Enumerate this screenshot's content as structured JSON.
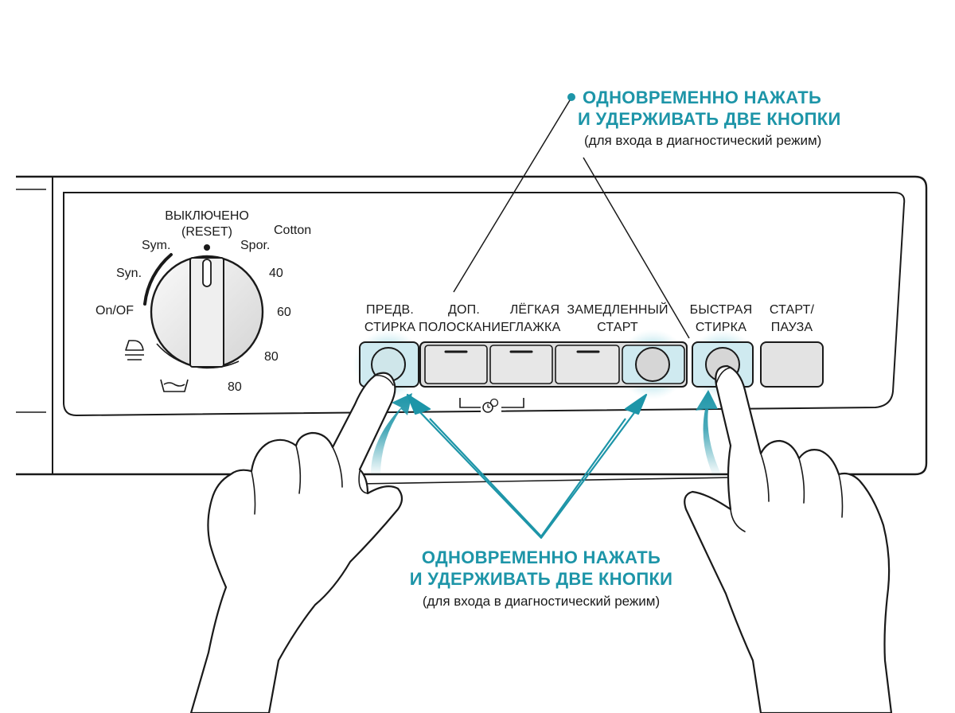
{
  "dial": {
    "top_label": "ВЫКЛЮЧЕНО",
    "top_sub": "(RESET)",
    "positions": {
      "sym": "Sym.",
      "syn": "Syn.",
      "onoff": "On/OF",
      "spor": "Spor.",
      "cotton": "Cotton",
      "t40": "40",
      "t60": "60",
      "t80a": "80",
      "t80b": "80"
    },
    "icons": [
      "iron-icon",
      "basin-icon"
    ]
  },
  "buttons": [
    {
      "line1": "ПРЕДВ.",
      "line2": "СТИРКА",
      "highlighted": true
    },
    {
      "line1": "ДОП.",
      "line2": "ПОЛОСКАНИЕ",
      "highlighted": false
    },
    {
      "line1": "ЛЁГКАЯ",
      "line2": "ГЛАЖКА",
      "highlighted": false
    },
    {
      "line1": "ЗАМЕДЛЕННЫЙ",
      "line2": "СТАРТ",
      "highlighted": true
    },
    {
      "line1": "БЫСТРАЯ",
      "line2": "СТИРКА",
      "highlighted": true
    },
    {
      "line1": "СТАРТ/",
      "line2": "ПАУЗА",
      "highlighted": false
    }
  ],
  "callout_top": {
    "line1": "ОДНОВРЕМЕННО НАЖАТЬ",
    "line2": "И УДЕРЖИВАТЬ ДВЕ КНОПКИ",
    "line3": "(для входа в диагностический режим)"
  },
  "callout_bottom": {
    "line1": "ОДНОВРЕМЕННО НАЖАТЬ",
    "line2": "И УДЕРЖИВАТЬ ДВЕ КНОПКИ",
    "line3": "(для входа в диагностический режим)"
  },
  "colors": {
    "accent": "#1d95a8",
    "highlight": "#bfe6ee",
    "button": "#e7e7e7",
    "ink": "#1a1a1a"
  }
}
